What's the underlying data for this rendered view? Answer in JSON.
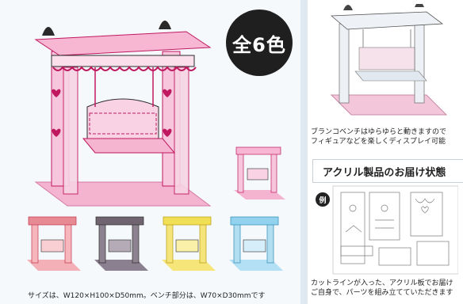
{
  "badge": {
    "label": "全6色"
  },
  "captions": {
    "main": "サイズは、W120×H100×D50mm。ベンチ部分は、W70×D30mmです",
    "motion_line1": "ブランコベンチはゆらゆらと動きますので",
    "motion_line2": "フィギュアなどを楽しくディスプレイ可能",
    "delivery_heading": "アクリル製品のお届け状態",
    "example_label": "例",
    "cutline_line1": "カットラインが入った、アクリル板でお届け",
    "cutline_line2": "ご自身で、パーツを組み立てていただきます"
  },
  "colors": {
    "pink": "#f2a9c9",
    "pink_dark": "#c0185f",
    "black": "#2a2a2a",
    "red": "#e77c86",
    "smoke": "#7c6f78",
    "yellow": "#f3df4a",
    "blue": "#8fd1ef",
    "clear": "#dfe6ee"
  },
  "variants": [
    {
      "name": "red",
      "color": "#e88a94"
    },
    {
      "name": "smoke",
      "color": "#6f6470"
    },
    {
      "name": "yellow",
      "color": "#f1df55"
    },
    {
      "name": "blue",
      "color": "#93d2ee"
    }
  ]
}
